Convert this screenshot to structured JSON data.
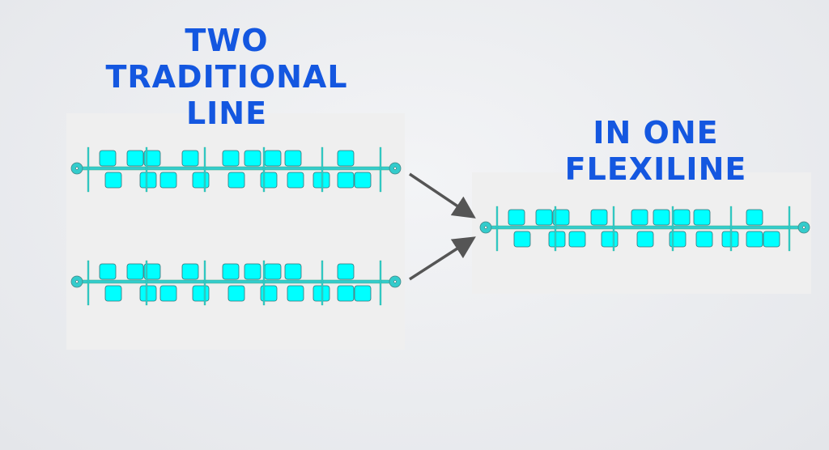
{
  "left_title": [
    "TWO",
    "TRADITIONAL",
    "LINE"
  ],
  "right_title": [
    "IN ONE",
    "FLEXILINE"
  ],
  "colors": {
    "title": "#1457e0",
    "station": "#00ffff",
    "rail": "#33cccc",
    "arrow": "#555555"
  }
}
